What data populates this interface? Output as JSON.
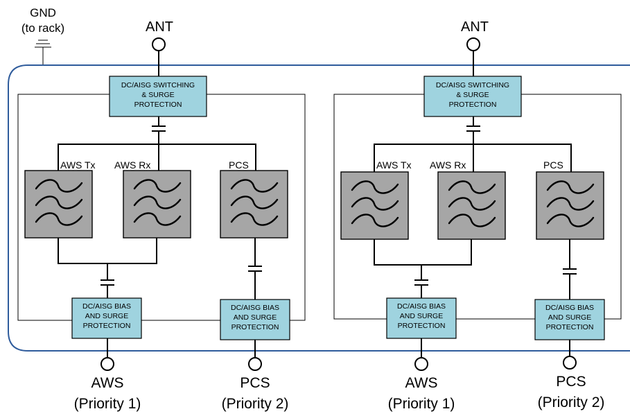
{
  "ground": {
    "line1": "GND",
    "line2": "(to rack)",
    "icon": "ground-icon"
  },
  "colors": {
    "enclosure_border": "#2f5c9c",
    "protection_box_fill": "#9fd3df",
    "filter_fill": "#a6a6a6"
  },
  "units": [
    {
      "antenna_label": "ANT",
      "switching_box": [
        "DC/AISG SWITCHING",
        "& SURGE",
        "PROTECTION"
      ],
      "filters": [
        {
          "label": "AWS Tx",
          "icon": "bandpass-filter-icon"
        },
        {
          "label": "AWS Rx",
          "icon": "bandpass-filter-icon"
        },
        {
          "label": "PCS",
          "icon": "bandpass-filter-icon"
        }
      ],
      "bias_boxes": [
        [
          "DC/AISG BIAS",
          "AND SURGE",
          "PROTECTION"
        ],
        [
          "DC/AISG BIAS",
          "AND SURGE",
          "PROTECTION"
        ]
      ],
      "ports": [
        {
          "name": "AWS",
          "priority": "(Priority 1)"
        },
        {
          "name": "PCS",
          "priority": "(Priority 2)"
        }
      ]
    },
    {
      "antenna_label": "ANT",
      "switching_box": [
        "DC/AISG SWITCHING",
        "& SURGE",
        "PROTECTION"
      ],
      "filters": [
        {
          "label": "AWS Tx",
          "icon": "bandpass-filter-icon"
        },
        {
          "label": "AWS Rx",
          "icon": "bandpass-filter-icon"
        },
        {
          "label": "PCS",
          "icon": "bandpass-filter-icon"
        }
      ],
      "bias_boxes": [
        [
          "DC/AISG BIAS",
          "AND SURGE",
          "PROTECTION"
        ],
        [
          "DC/AISG BIAS",
          "AND SURGE",
          "PROTECTION"
        ]
      ],
      "ports": [
        {
          "name": "AWS",
          "priority": "(Priority 1)"
        },
        {
          "name": "PCS",
          "priority": "(Priority 2)"
        }
      ]
    }
  ]
}
